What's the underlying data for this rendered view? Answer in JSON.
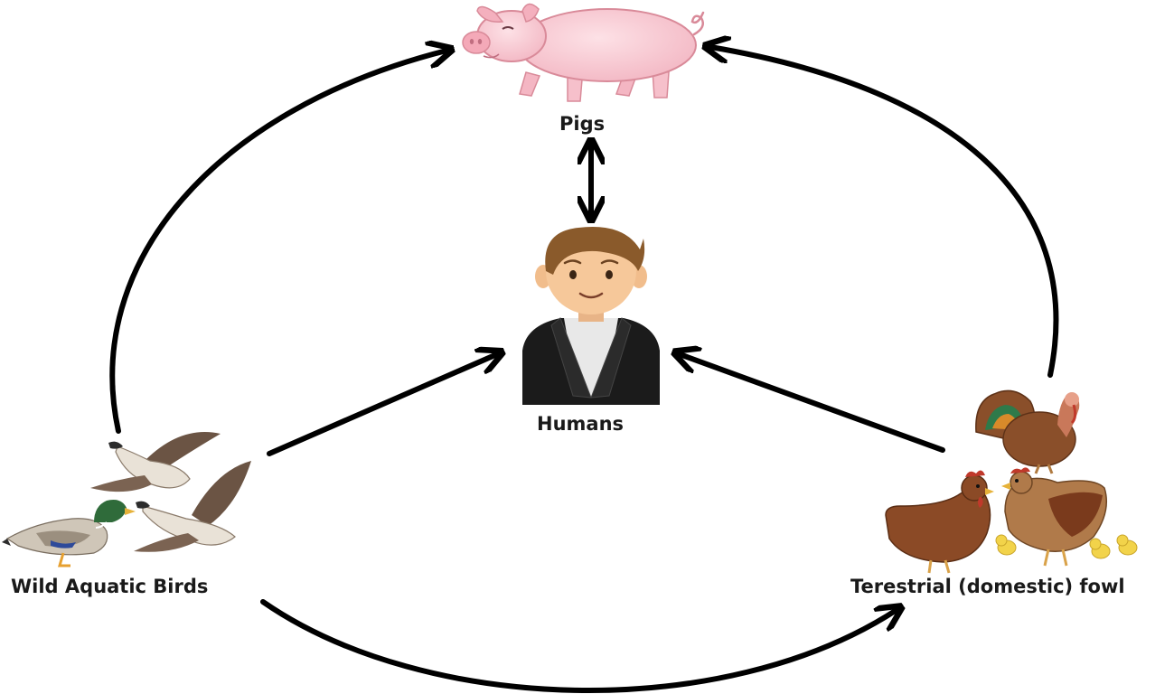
{
  "nodes": {
    "pigs": {
      "label": "Pigs",
      "icon": "pig-icon"
    },
    "humans": {
      "label": "Humans",
      "icon": "human-icon"
    },
    "wild_birds": {
      "label": "Wild Aquatic Birds",
      "icon": "wild-aquatic-birds-icon"
    },
    "fowl": {
      "label": "Terestrial (domestic) fowl",
      "icon": "domestic-fowl-icon"
    }
  },
  "edges": [
    {
      "from": "wild_birds",
      "to": "pigs",
      "style": "curved"
    },
    {
      "from": "fowl",
      "to": "pigs",
      "style": "curved"
    },
    {
      "from": "wild_birds",
      "to": "fowl",
      "style": "curved"
    },
    {
      "from": "wild_birds",
      "to": "humans",
      "style": "straight"
    },
    {
      "from": "fowl",
      "to": "humans",
      "style": "straight"
    },
    {
      "from": "pigs",
      "to": "humans",
      "style": "bidirectional"
    }
  ],
  "colors": {
    "arrow": "#000000",
    "pig_body": "#f7c6cf",
    "pig_outline": "#d98a99",
    "human_skin": "#f6c89a",
    "human_hair": "#8a5a2b",
    "suit": "#1b1b1b",
    "duck_head": "#2f6b3a",
    "goose_wing": "#6b5444",
    "hen": "#8b4a26",
    "chick": "#f2d34a",
    "turkey_body": "#8a4f2a"
  }
}
